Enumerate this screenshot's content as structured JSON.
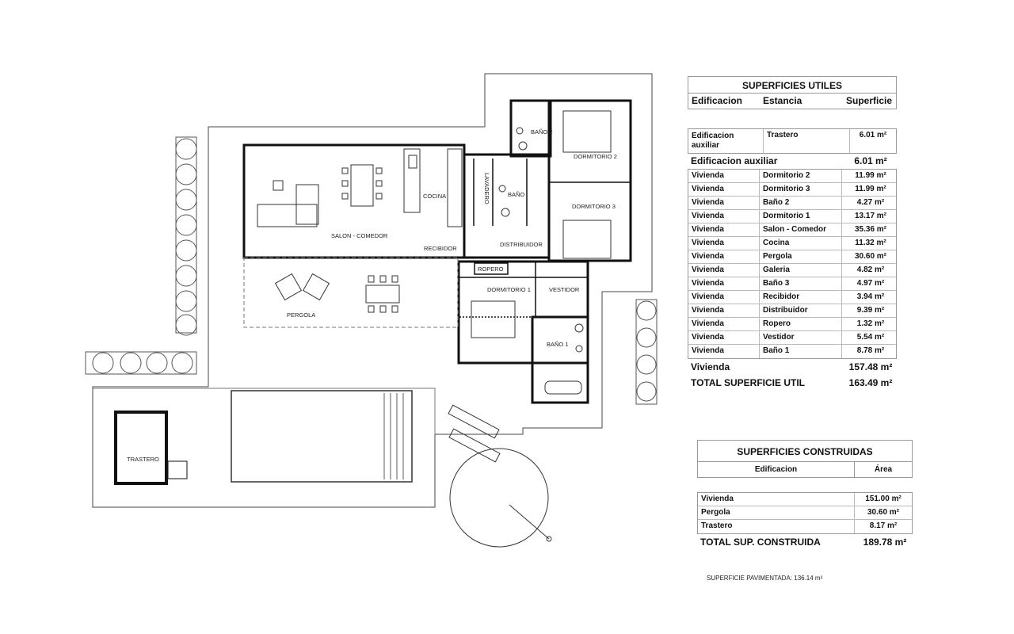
{
  "plan": {
    "rooms": {
      "bano2": "BAÑO 2",
      "dormitorio2": "DORMITORIO 2",
      "dormitorio3": "DORMITORIO 3",
      "cocina": "COCINA",
      "lavadero": "LAVADERO",
      "bano": "BAÑO",
      "salon_comedor": "SALON - COMEDOR",
      "distribuidor": "DISTRIBUIDOR",
      "recibidor": "RECIBIDOR",
      "ropero": "ROPERO",
      "dormitorio1": "DORMITORIO 1",
      "vestidor": "VESTIDOR",
      "bano1": "BAÑO 1",
      "pergola": "PERGOLA",
      "trastero": "TRASTERO"
    }
  },
  "utiles": {
    "title": "SUPERFICIES UTILES",
    "headers": [
      "Edificacion",
      "Estancia",
      "Superficie"
    ],
    "auxiliar": {
      "edificacion_line1": "Edificacion",
      "edificacion_line2": "auxiliar",
      "estancia": "Trastero",
      "superficie": "6.01 m²"
    },
    "auxiliar_total_label": "Edificacion auxiliar",
    "auxiliar_total_value": "6.01 m²",
    "rows": [
      [
        "Vivienda",
        "Dormitorio 2",
        "11.99 m²"
      ],
      [
        "Vivienda",
        "Dormitorio 3",
        "11.99 m²"
      ],
      [
        "Vivienda",
        "Baño 2",
        "4.27 m²"
      ],
      [
        "Vivienda",
        "Dormitorio 1",
        "13.17 m²"
      ],
      [
        "Vivienda",
        "Salon  - Comedor",
        "35.36 m²"
      ],
      [
        "Vivienda",
        "Cocina",
        "11.32 m²"
      ],
      [
        "Vivienda",
        "Pergola",
        "30.60 m²"
      ],
      [
        "Vivienda",
        "Galeria",
        "4.82 m²"
      ],
      [
        "Vivienda",
        "Baño 3",
        "4.97 m²"
      ],
      [
        "Vivienda",
        "Recibidor",
        "3.94 m²"
      ],
      [
        "Vivienda",
        "Distribuidor",
        "9.39 m²"
      ],
      [
        "Vivienda",
        "Ropero",
        "1.32 m²"
      ],
      [
        "Vivienda",
        "Vestidor",
        "5.54 m²"
      ],
      [
        "Vivienda",
        "Baño 1",
        "8.78 m²"
      ]
    ],
    "vivienda_total_label": "Vivienda",
    "vivienda_total_value": "157.48 m²",
    "grand_total_label": "TOTAL SUPERFICIE UTIL",
    "grand_total_value": "163.49 m²"
  },
  "construidas": {
    "title": "SUPERFICIES CONSTRUIDAS",
    "headers": [
      "Edificacion",
      "Área"
    ],
    "rows": [
      [
        "Vivienda",
        "151.00 m²"
      ],
      [
        "Pergola",
        "30.60 m²"
      ],
      [
        "Trastero",
        "8.17 m²"
      ]
    ],
    "total_label": "TOTAL SUP. CONSTRUIDA",
    "total_value": "189.78 m²"
  },
  "footnote": "SUPERFICIE PAVIMENTADA: 136.14 m²"
}
